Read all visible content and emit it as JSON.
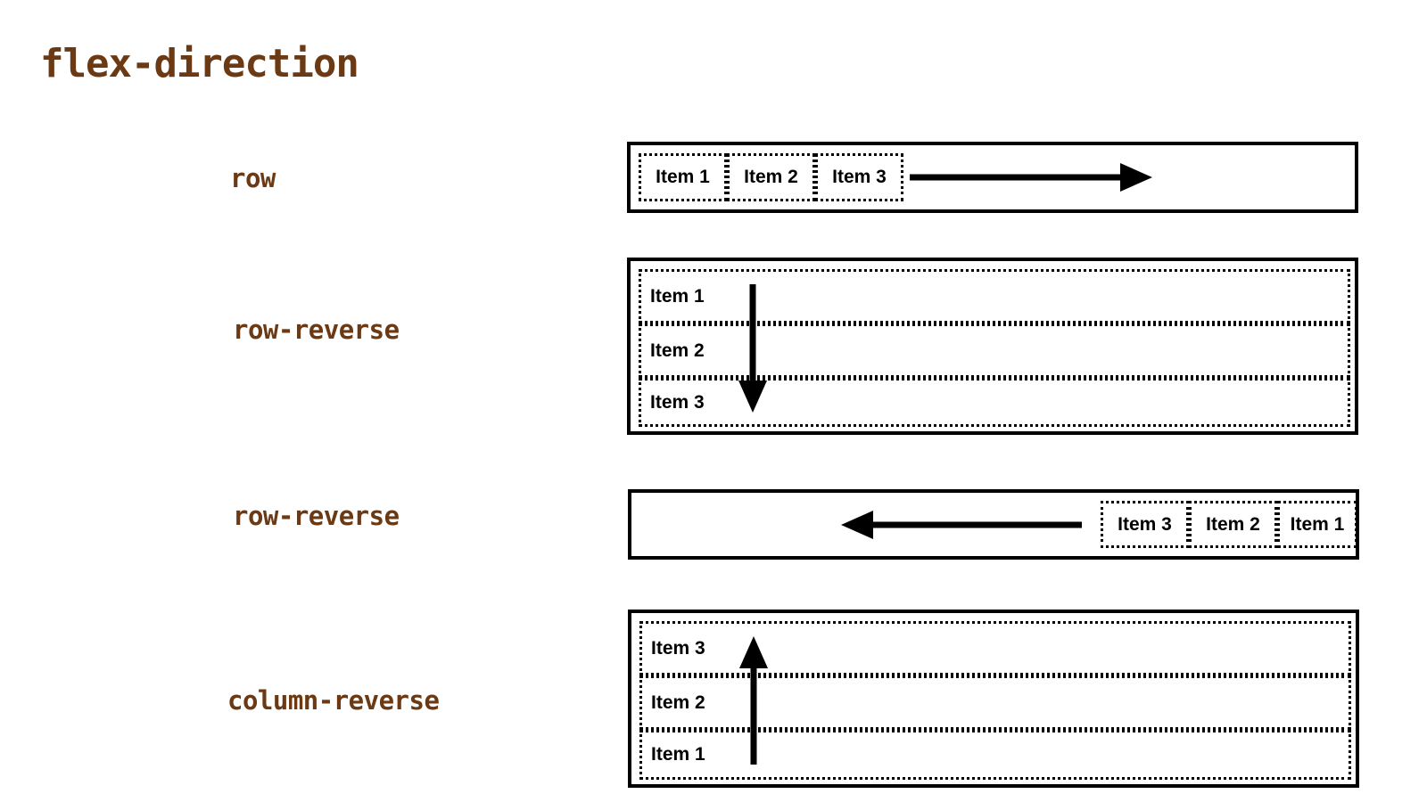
{
  "title": "flex-direction",
  "examples": [
    {
      "label": "row",
      "items": [
        "Item 1",
        "Item 2",
        "Item 3"
      ]
    },
    {
      "label": "row-reverse",
      "items": [
        "Item 1",
        "Item 2",
        "Item 3"
      ]
    },
    {
      "label": "row-reverse",
      "items": [
        "Item 3",
        "Item 2",
        "Item 1"
      ]
    },
    {
      "label": "column-reverse",
      "items": [
        "Item 3",
        "Item 2",
        "Item 1"
      ]
    }
  ],
  "colors": {
    "label": "#6b3a14",
    "stroke": "#000000"
  }
}
